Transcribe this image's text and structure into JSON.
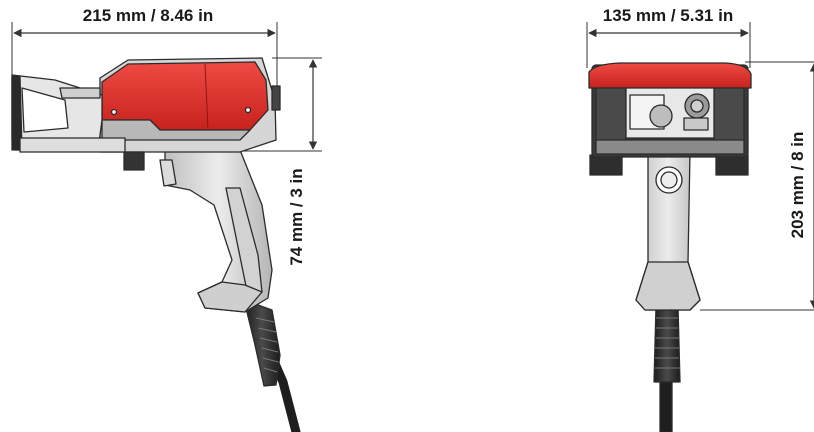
{
  "dimensions": {
    "side_width": "215 mm / 8.46 in",
    "side_height": "74 mm / 3 in",
    "front_width": "135 mm / 5.31 in",
    "front_height": "203 mm / 8 in"
  },
  "colors": {
    "housing_red": "#e0312b",
    "housing_red_dark": "#b81f1b",
    "body_grey": "#d9d9d9",
    "body_grey_dark": "#9a9a9a",
    "outline": "#2b2b2b",
    "cable": "#2a2a2a",
    "dimension_line": "#333333"
  },
  "icons": [
    "side-view-tool-illustration",
    "front-view-tool-illustration"
  ]
}
